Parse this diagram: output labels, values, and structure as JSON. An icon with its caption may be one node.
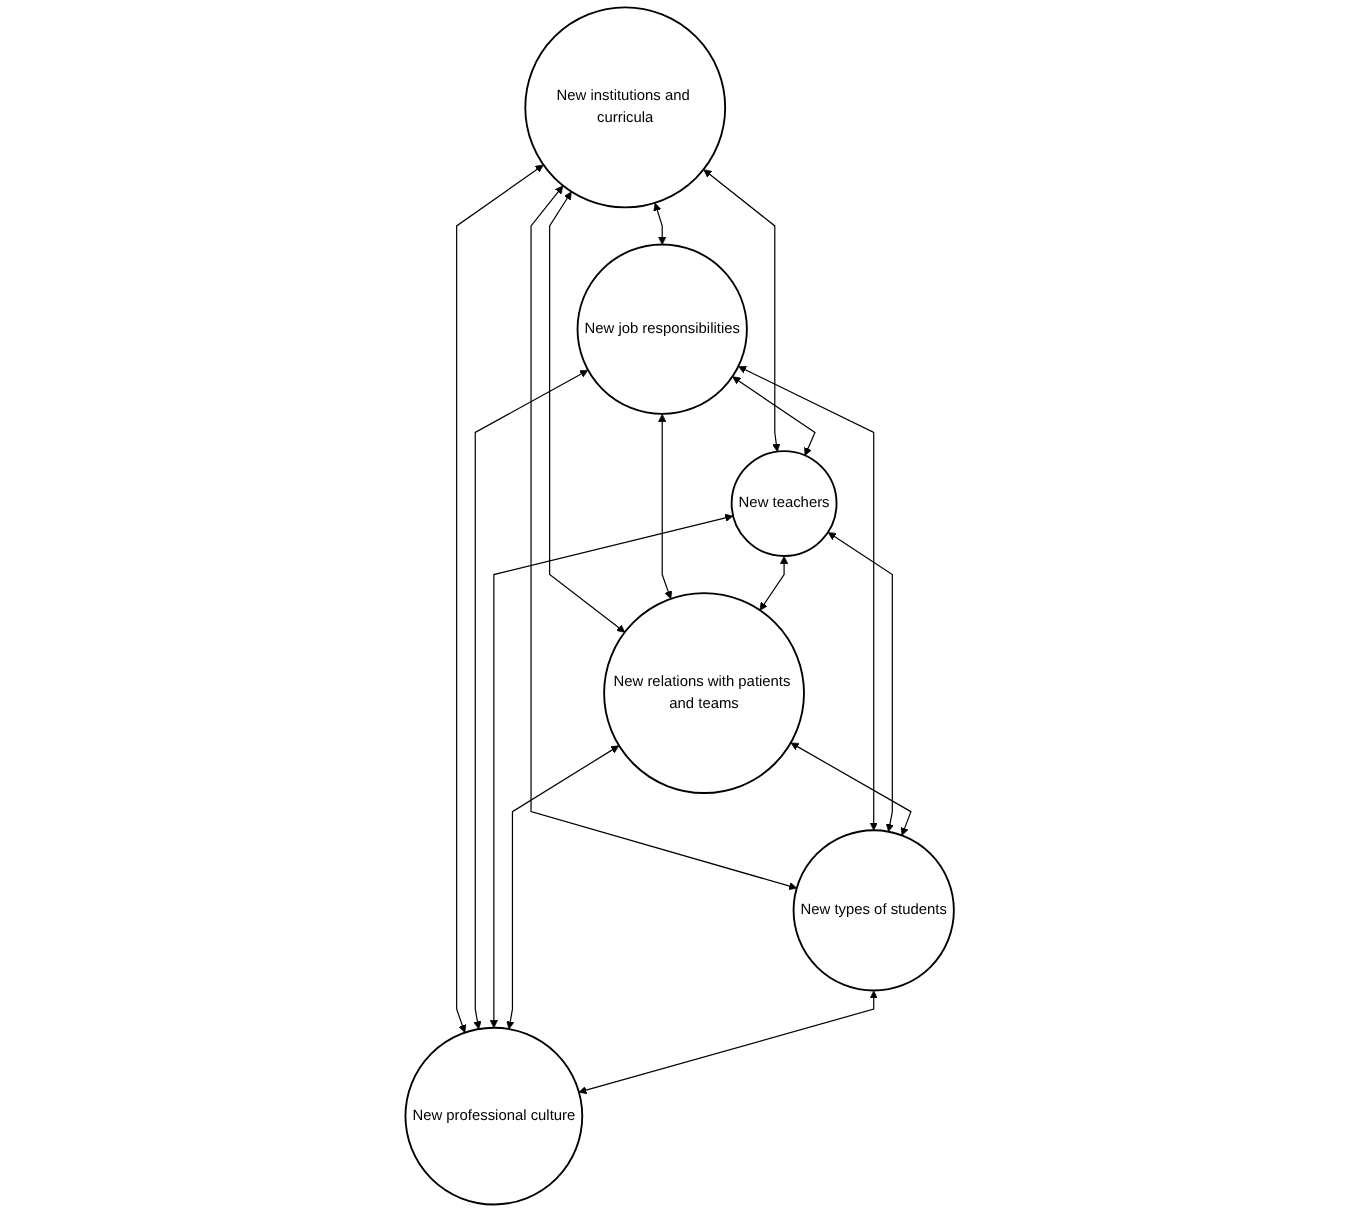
{
  "diagram": {
    "nodes": [
      {
        "text": [
          "New institutions and curricula"
        ]
      },
      {
        "text": [
          "New job responsibilities"
        ]
      },
      {
        "text": [
          "New teachers"
        ]
      },
      {
        "text": [
          "New relations with patients and teams"
        ]
      },
      {
        "text": [
          "New types of students"
        ]
      },
      {
        "text": [
          "New professional culture"
        ]
      }
    ],
    "edges": [
      {
        "from": 0,
        "to": 1,
        "arrow": "both"
      },
      {
        "from": 0,
        "to": 2,
        "arrow": "both"
      },
      {
        "from": 0,
        "to": 3,
        "arrow": "both"
      },
      {
        "from": 0,
        "to": 4,
        "arrow": "both"
      },
      {
        "from": 0,
        "to": 5,
        "arrow": "both"
      },
      {
        "from": 1,
        "to": 2,
        "arrow": "both"
      },
      {
        "from": 1,
        "to": 3,
        "arrow": "both"
      },
      {
        "from": 1,
        "to": 4,
        "arrow": "both"
      },
      {
        "from": 1,
        "to": 5,
        "arrow": "both"
      },
      {
        "from": 2,
        "to": 3,
        "arrow": "both"
      },
      {
        "from": 2,
        "to": 4,
        "arrow": "both"
      },
      {
        "from": 2,
        "to": 5,
        "arrow": "both"
      },
      {
        "from": 3,
        "to": 4,
        "arrow": "both"
      },
      {
        "from": 3,
        "to": 5,
        "arrow": "both"
      },
      {
        "from": 4,
        "to": 5,
        "arrow": "both"
      }
    ]
  }
}
